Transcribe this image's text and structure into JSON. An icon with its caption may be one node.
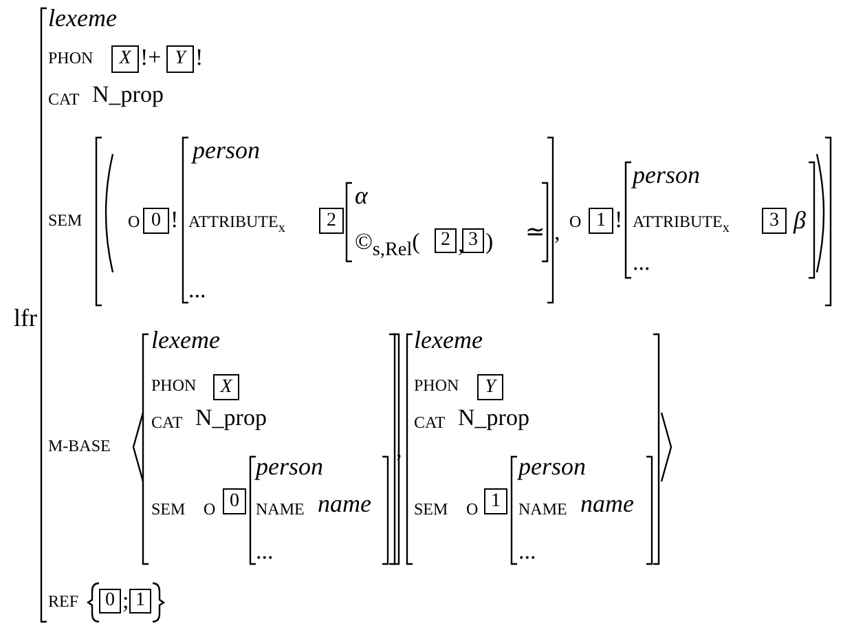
{
  "diagram": {
    "nodes": [
      {
        "text": [
          "X"
        ]
      },
      {
        "text": [
          "Y"
        ]
      },
      {
        "text": [
          "0"
        ]
      },
      {
        "text": [
          "2"
        ]
      },
      {
        "text": [
          "2"
        ]
      },
      {
        "text": [
          "3"
        ]
      },
      {
        "text": [
          "1"
        ]
      },
      {
        "text": [
          "3"
        ]
      },
      {
        "text": [
          "X"
        ]
      },
      {
        "text": [
          "Y"
        ]
      },
      {
        "text": [
          "0"
        ]
      },
      {
        "text": [
          "1"
        ]
      },
      {
        "text": [
          "0"
        ]
      },
      {
        "text": [
          "1"
        ]
      }
    ],
    "edges": [],
    "labels": [
      "lexeme",
      "PHON",
      "!+",
      "!",
      "CAT",
      "N_prop",
      "person",
      "SEM",
      "O",
      "!",
      "ATTRIBUTE$_{x}$",
      "α",
      "©$_{s,Rel}$(",
      ",",
      ")",
      "≃",
      ",",
      "O",
      "!",
      "person",
      "ATTRIBUTE$_{x}$",
      "β",
      "...",
      "...",
      "lfr",
      "lexeme",
      "lexeme",
      "M-BASE",
      "PHON",
      "PHON",
      "CAT",
      "N_prop",
      "CAT",
      "N_prop",
      ",",
      "person",
      "person",
      "SEM",
      "O",
      "NAME",
      "name",
      "SEM",
      "O",
      "NAME",
      "name",
      "...",
      "...",
      "REF",
      ";"
    ]
  }
}
